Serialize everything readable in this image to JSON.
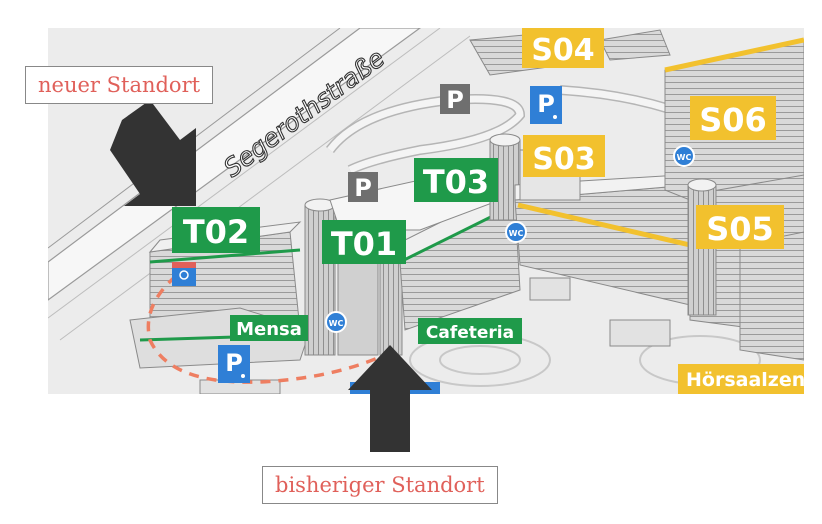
{
  "map": {
    "street": "Segerothstraße",
    "colors": {
      "green": "#1f9a4a",
      "yellow": "#f2c12e",
      "blue": "#2f7fd6",
      "dark_gray": "#6f6f6f",
      "callout_text": "#e0605a",
      "route": "#ee7e61",
      "arrow": "#333333"
    },
    "labels": {
      "t02": "T02",
      "t01": "T01",
      "t03": "T03",
      "s04": "S04",
      "s03": "S03",
      "s06": "S06",
      "s05": "S05",
      "mensa": "Mensa",
      "cafeteria": "Cafeteria",
      "hoersaal": "Hörsaalzent",
      "parking": "P",
      "wc": "WC"
    },
    "icons": [
      "parking-icon",
      "accessible-parking-icon",
      "wc-icon",
      "wheelchair-icon",
      "arrow-down-right",
      "arrow-up"
    ]
  },
  "callouts": {
    "new_location": "neuer Standort",
    "old_location": "bisheriger Standort"
  }
}
